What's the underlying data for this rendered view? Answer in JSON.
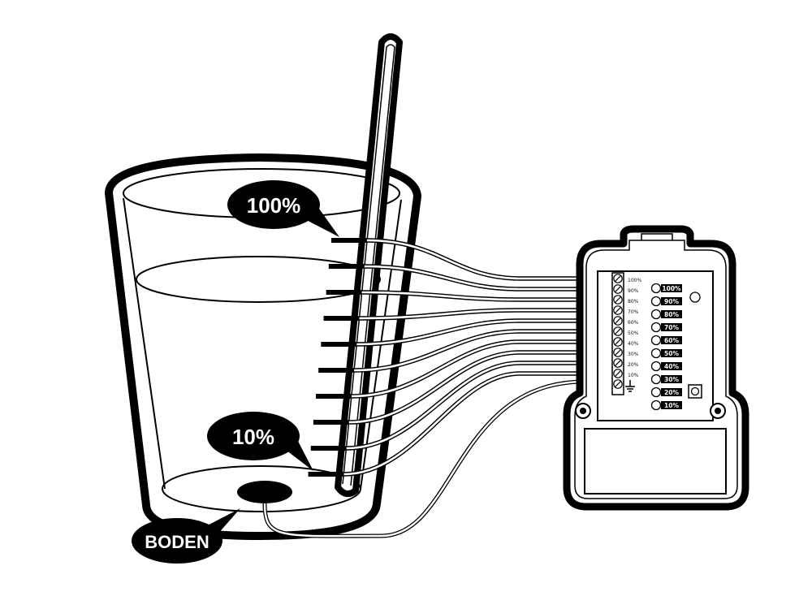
{
  "callouts": {
    "top": "100%",
    "bottom": "10%",
    "ground": "BODEN"
  },
  "terminal_labels": [
    "100%",
    "90%",
    "80%",
    "70%",
    "60%",
    "50%",
    "40%",
    "30%",
    "20%",
    "10%"
  ],
  "led_labels": [
    "100%",
    "90%",
    "80%",
    "70%",
    "60%",
    "50%",
    "40%",
    "30%",
    "20%",
    "10%"
  ],
  "ground_symbol": "ground-icon",
  "colors": {
    "ink": "#000000",
    "paper": "#ffffff"
  }
}
